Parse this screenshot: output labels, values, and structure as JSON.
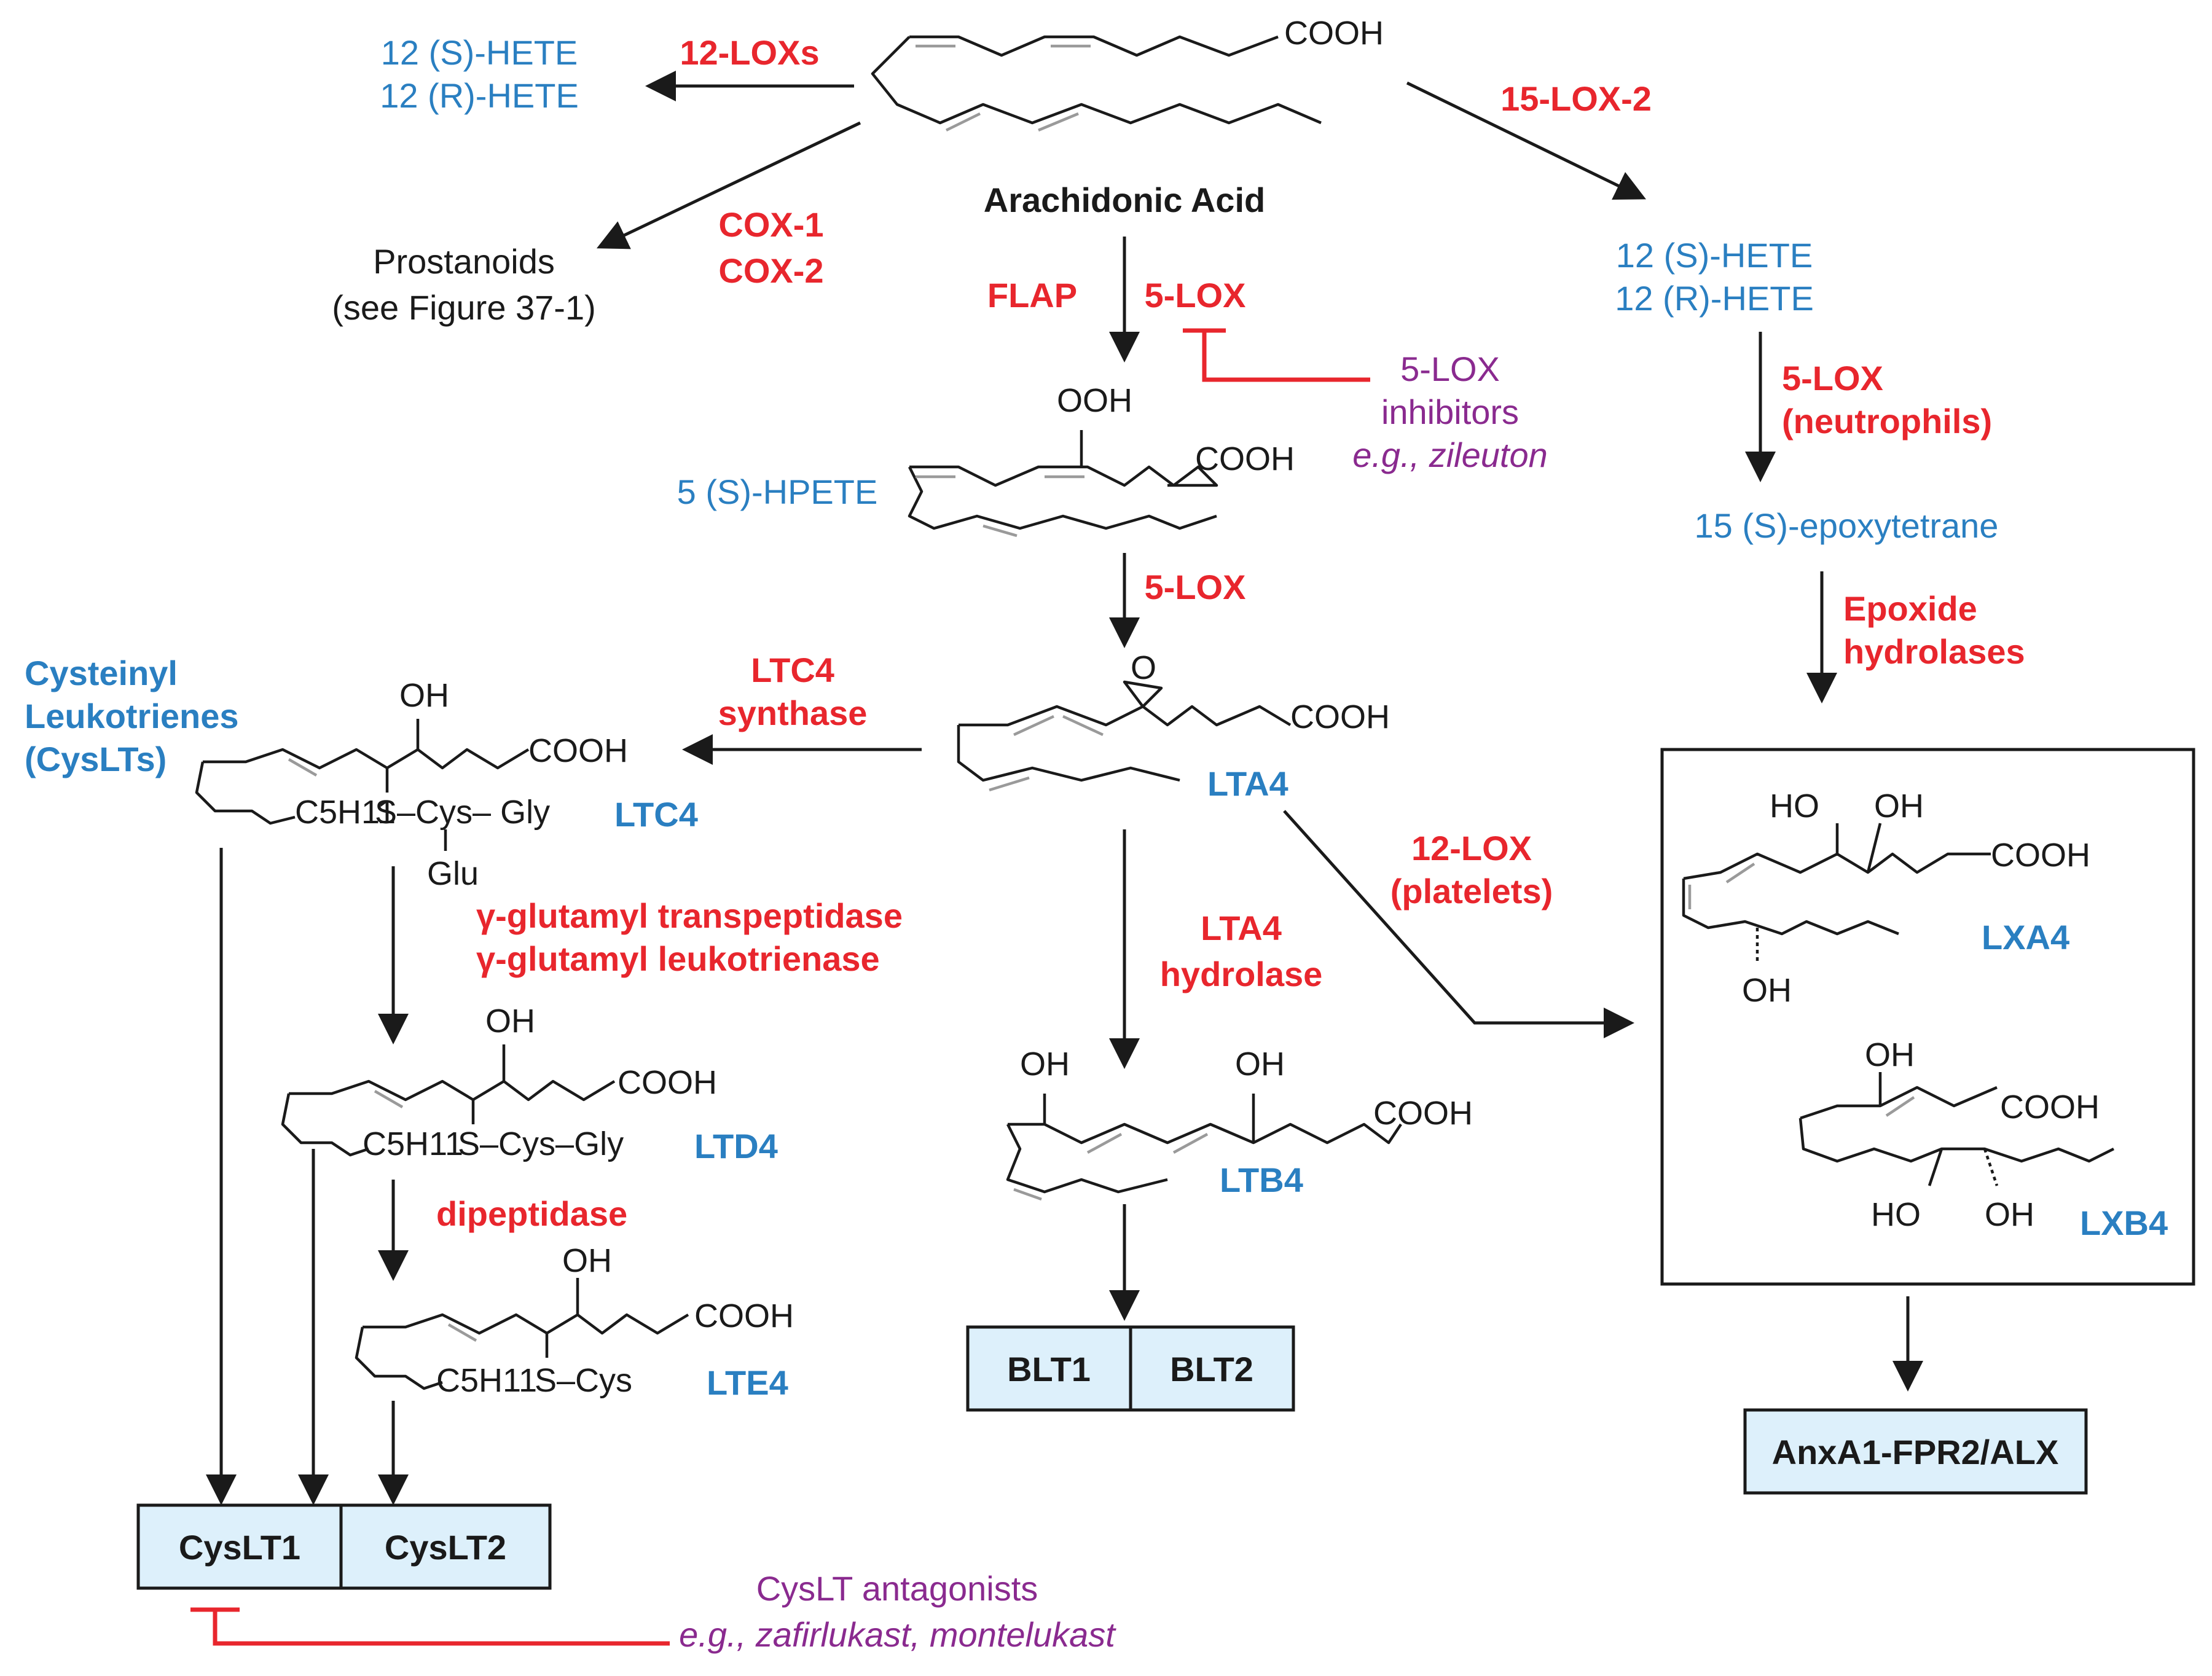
{
  "colors": {
    "metabolite": "#2a7fc1",
    "enzyme": "#e8262d",
    "drug": "#8a2a8f",
    "receptor_fill": "#ddf0fb"
  },
  "substrate": {
    "name": "Arachidonic Acid",
    "cooh": "COOH"
  },
  "left_branch": {
    "enzyme": "12-LOXs",
    "product_1": "12 (S)-HETE",
    "product_2": "12 (R)-HETE"
  },
  "cox_branch": {
    "enzyme_1": "COX-1",
    "enzyme_2": "COX-2",
    "product": "Prostanoids",
    "note": "(see Figure 37-1)"
  },
  "right_branch": {
    "enzyme": "15-LOX-2",
    "product_1": "12 (S)-HETE",
    "product_2": "12 (R)-HETE",
    "enzyme_2_line1": "5-LOX",
    "enzyme_2_line2": "(neutrophils)",
    "intermediate": "15 (S)-epoxytetrane",
    "enzyme_3_line1": "Epoxide",
    "enzyme_3_line2": "hydrolases"
  },
  "center": {
    "flap": "FLAP",
    "lox_1": "5-LOX",
    "inhibitor_line1": "5-LOX",
    "inhibitor_line2": "inhibitors",
    "inhibitor_line3": "e.g., zileuton",
    "hpete": "5 (S)-HPETE",
    "ooh": "OOH",
    "lox_2": "5-LOX",
    "lta4": "LTA4",
    "epoxide_o": "O",
    "lta4_hydrolase_line1": "LTA4",
    "lta4_hydrolase_line2": "hydrolase",
    "ltb4": "LTB4",
    "oh": "OH"
  },
  "platelets": {
    "line1": "12-LOX",
    "line2": "(platelets)"
  },
  "cysteinyl": {
    "title_line1": "Cysteinyl",
    "title_line2": "Leukotrienes",
    "title_line3": "(CysLTs)",
    "ltc4_synthase_line1": "LTC4",
    "ltc4_synthase_line2": "synthase",
    "ltc4": "LTC4",
    "ltc4_side": "S–Cys– Gly",
    "glu": "Glu",
    "c5h11": "C5H11",
    "ggt_1": "γ-glutamyl transpeptidase",
    "ggt_2": "γ-glutamyl leukotrienase",
    "ltd4": "LTD4",
    "ltd4_side": "S–Cys–Gly",
    "dipeptidase": "dipeptidase",
    "lte4": "LTE4",
    "lte4_side": "S–Cys"
  },
  "lipoxins": {
    "lxa4": "LXA4",
    "lxb4": "LXB4",
    "ho": "HO",
    "oh": "OH"
  },
  "receptors": {
    "cyslt1": "CysLT1",
    "cyslt2": "CysLT2",
    "blt1": "BLT1",
    "blt2": "BLT2",
    "anxa1": "AnxA1-FPR2/ALX"
  },
  "antagonists": {
    "line1": "CysLT antagonists",
    "line2": "e.g., zafirlukast, montelukast"
  }
}
